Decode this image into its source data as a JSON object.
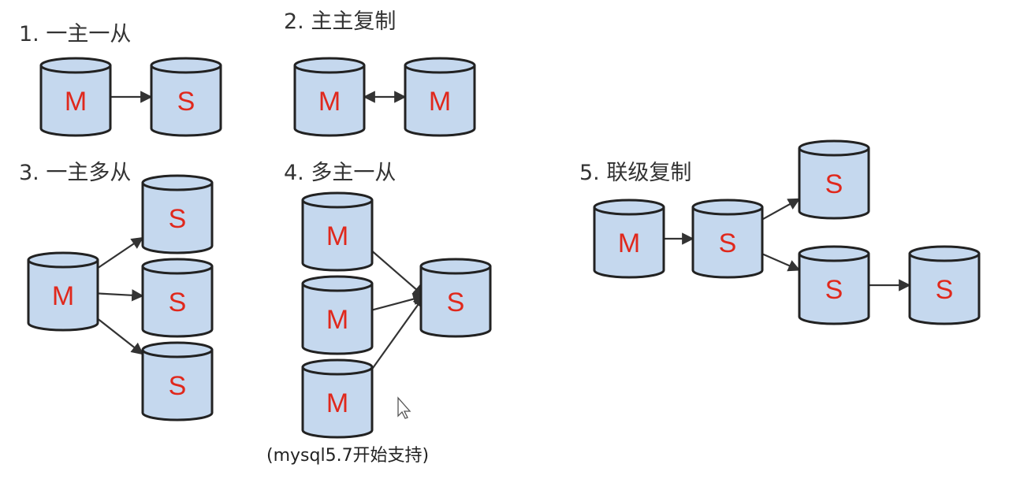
{
  "sections": [
    {
      "id": "s1",
      "title": "1. 一主一从"
    },
    {
      "id": "s2",
      "title": "2. 主主复制"
    },
    {
      "id": "s3",
      "title": "3. 一主多从"
    },
    {
      "id": "s4",
      "title": "4. 多主一从"
    },
    {
      "id": "s5",
      "title": "5. 联级复制"
    }
  ],
  "note": "(mysql5.7开始支持)",
  "colors": {
    "cylinder_fill": "#c5d8ee",
    "cylinder_stroke": "#222222",
    "letter": "#e0281c",
    "arrow": "#333333"
  },
  "nodes": [
    {
      "id": "n1m",
      "label": "M",
      "section": "s1"
    },
    {
      "id": "n1s",
      "label": "S",
      "section": "s1"
    },
    {
      "id": "n2m1",
      "label": "M",
      "section": "s2"
    },
    {
      "id": "n2m2",
      "label": "M",
      "section": "s2"
    },
    {
      "id": "n3m",
      "label": "M",
      "section": "s3"
    },
    {
      "id": "n3s1",
      "label": "S",
      "section": "s3"
    },
    {
      "id": "n3s2",
      "label": "S",
      "section": "s3"
    },
    {
      "id": "n3s3",
      "label": "S",
      "section": "s3"
    },
    {
      "id": "n4m1",
      "label": "M",
      "section": "s4"
    },
    {
      "id": "n4m2",
      "label": "M",
      "section": "s4"
    },
    {
      "id": "n4m3",
      "label": "M",
      "section": "s4"
    },
    {
      "id": "n4s",
      "label": "S",
      "section": "s4"
    },
    {
      "id": "n5m",
      "label": "M",
      "section": "s5"
    },
    {
      "id": "n5s1",
      "label": "S",
      "section": "s5"
    },
    {
      "id": "n5s2",
      "label": "S",
      "section": "s5"
    },
    {
      "id": "n5s3",
      "label": "S",
      "section": "s5"
    },
    {
      "id": "n5s4",
      "label": "S",
      "section": "s5"
    }
  ],
  "edges": [
    {
      "from": "n1m",
      "to": "n1s"
    },
    {
      "from": "n2m1",
      "to": "n2m2",
      "bidirectional": true
    },
    {
      "from": "n3m",
      "to": "n3s1"
    },
    {
      "from": "n3m",
      "to": "n3s2"
    },
    {
      "from": "n3m",
      "to": "n3s3"
    },
    {
      "from": "n4m1",
      "to": "n4s"
    },
    {
      "from": "n4m2",
      "to": "n4s"
    },
    {
      "from": "n4m3",
      "to": "n4s"
    },
    {
      "from": "n5m",
      "to": "n5s1"
    },
    {
      "from": "n5s1",
      "to": "n5s2"
    },
    {
      "from": "n5s1",
      "to": "n5s3"
    },
    {
      "from": "n5s3",
      "to": "n5s4"
    }
  ]
}
